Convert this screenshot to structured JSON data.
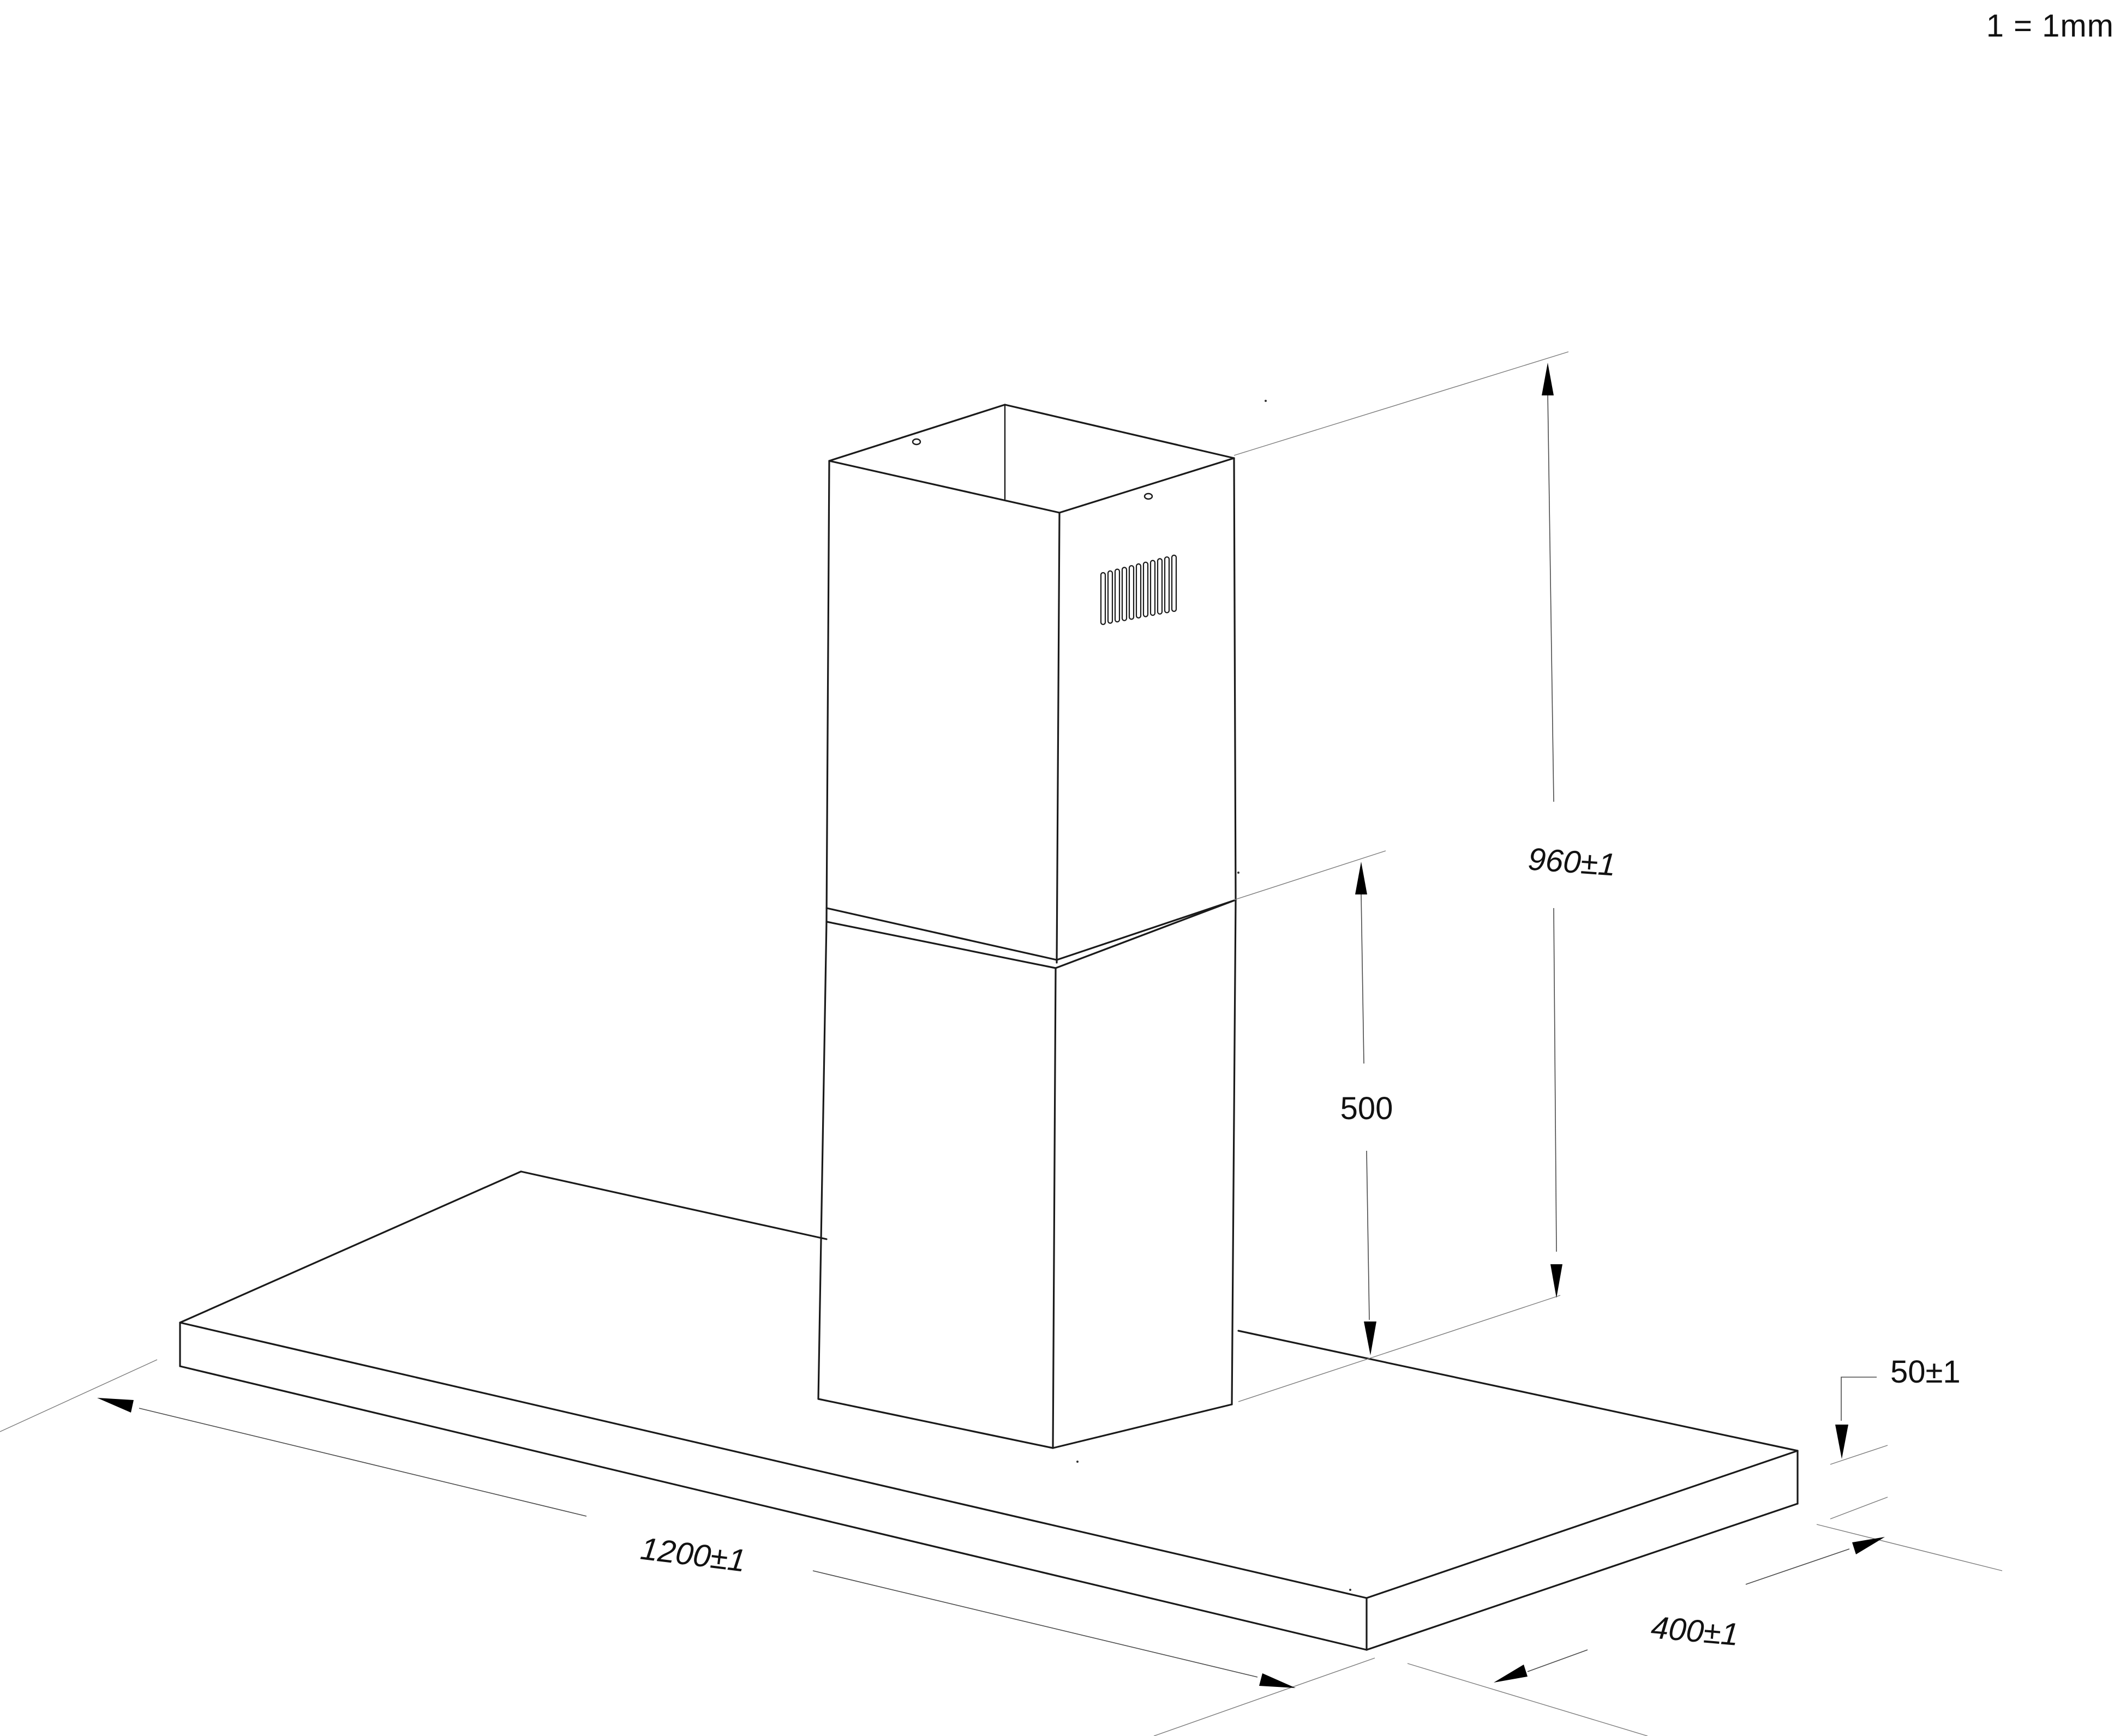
{
  "scale_note": "1 = 1mm",
  "dimensions": {
    "chimney_total_height": "960±1",
    "lower_chimney_height": "500",
    "canopy_thickness": "50±1",
    "canopy_width": "1200±1",
    "canopy_depth": "400±1"
  },
  "drawing": {
    "subject": "island chimney hood",
    "line_color": "#1a1a1a",
    "background": "#ffffff"
  }
}
